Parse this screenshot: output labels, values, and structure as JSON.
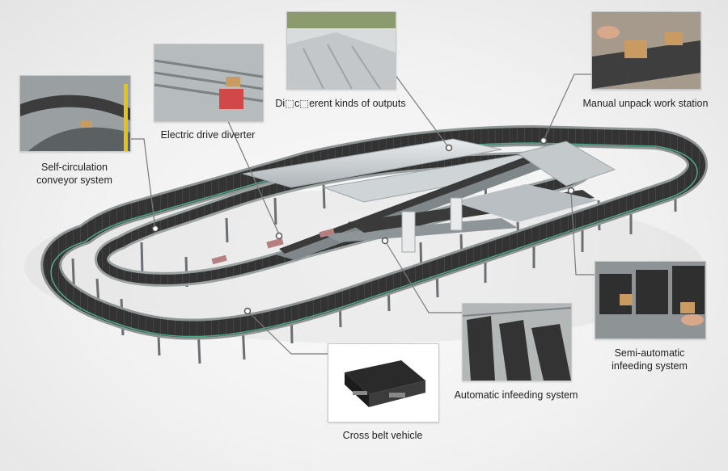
{
  "labels": {
    "self_circulation_line1": "Self-circulation",
    "self_circulation_line2": "conveyor system",
    "electric_drive_diverter": "Electric drive diverter",
    "outputs": "Di⬚c⬚erent kinds of outputs",
    "manual_unpack": "Manual unpack work station",
    "semi_auto_line1": "Semi-automatic",
    "semi_auto_line2": "infeeding system",
    "auto_infeeding": "Automatic infeeding system",
    "cross_belt": "Cross belt vehicle"
  },
  "colors": {
    "belt": "#3a3a3a",
    "rail": "#8c9494",
    "accent_green": "#4fa886",
    "leg": "#6b6f72",
    "callout_line": "#7a7a7a"
  }
}
